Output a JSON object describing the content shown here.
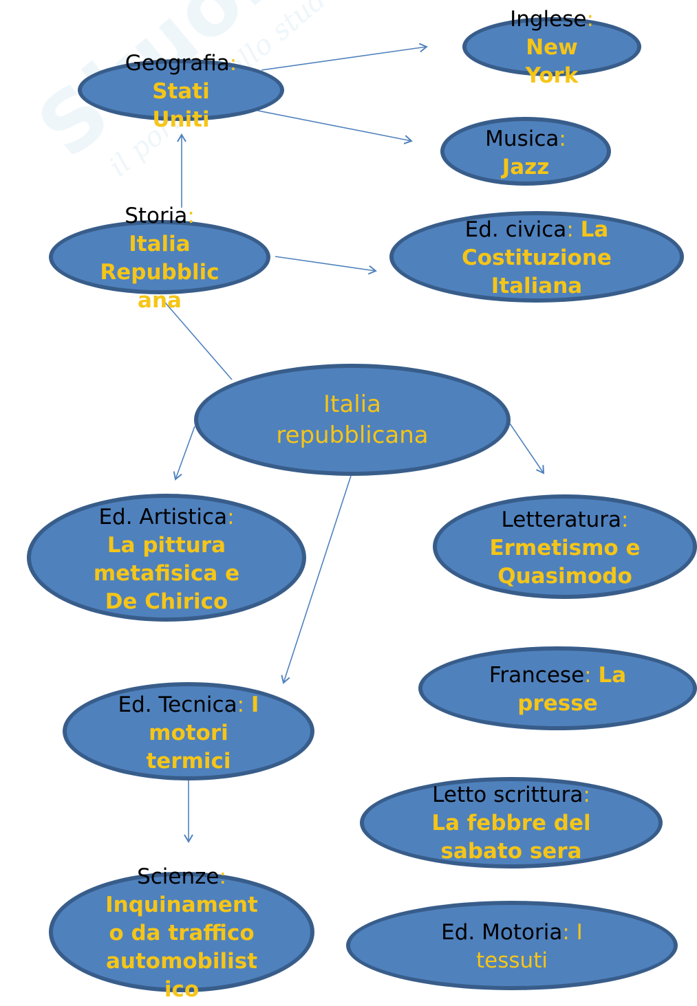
{
  "watermark": {
    "brand": "Skuola.net",
    "tagline": "il portale dello studente"
  },
  "center": {
    "line1": "Italia",
    "line2": "repubblicana"
  },
  "nodes": {
    "geografia": {
      "title": "Geografia",
      "value1": "Stati",
      "value2": "Uniti"
    },
    "inglese": {
      "title": "Inglese",
      "value1": "New",
      "value2": "York"
    },
    "musica": {
      "title": "Musica",
      "value": "Jazz"
    },
    "storia": {
      "title": "Storia",
      "value1": "Italia",
      "value2": "Repubblic",
      "value3": "ana"
    },
    "edcivica": {
      "title": "Ed. civica",
      "value1": "La",
      "value2": "Costituzione",
      "value3": "Italiana"
    },
    "edartistica": {
      "title": "Ed. Artistica",
      "value1": "La pittura",
      "value2": "metafisica e",
      "value3": "De Chirico"
    },
    "letteratura": {
      "title": "Letteratura",
      "value1": "Ermetismo e",
      "value2": "Quasimodo"
    },
    "francese": {
      "title": "Francese",
      "value1": "La",
      "value2": "presse"
    },
    "edtecnica": {
      "title": "Ed. Tecnica",
      "value1": "I",
      "value2": "motori",
      "value3": "termici"
    },
    "lettoscrittura": {
      "title": "Letto scrittura",
      "value1": "La febbre del",
      "value2": "sabato sera"
    },
    "scienze": {
      "title": "Scienze",
      "value1": "Inquinament",
      "value2": "o da traffico",
      "value3": "automobilist",
      "value4": "ico"
    },
    "edmotoria": {
      "title": "Ed. Motoria",
      "value1": "I",
      "value2": "tessuti"
    }
  },
  "colors": {
    "fill": "#4f81bd",
    "border": "#385d8a",
    "value_text": "#f5c518",
    "connector": "#4f81bd"
  }
}
